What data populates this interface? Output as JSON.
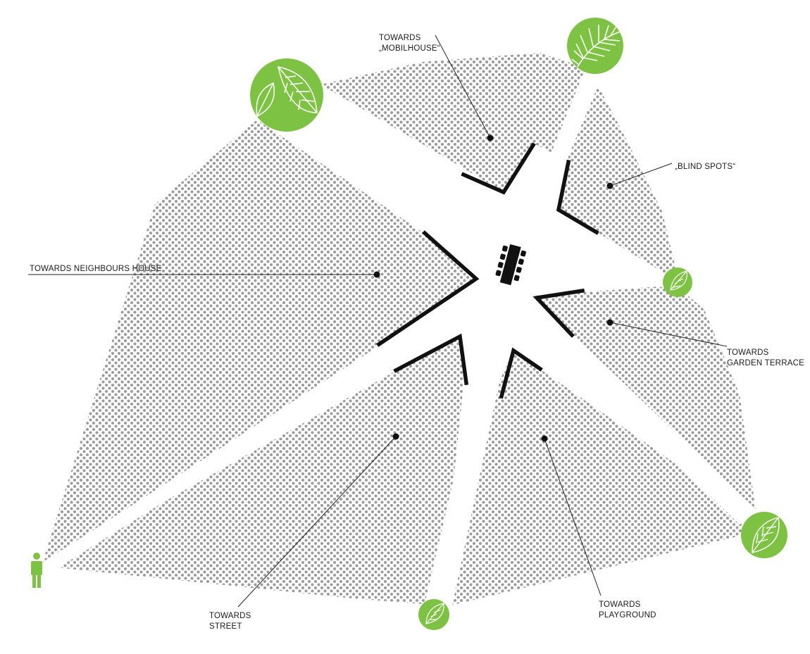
{
  "labels": {
    "mobilhouse": [
      "TOWARDS",
      "„MOBILHOUSE“"
    ],
    "blind_spots": [
      "„BLIND SPOTS“"
    ],
    "neighbours": [
      "TOWARDS NEIGHBOURS HOUSE"
    ],
    "garden": [
      "TOWARDS",
      "GARDEN TERRACE"
    ],
    "street": [
      "TOWARDS",
      "STREET"
    ],
    "playground": [
      "TOWARDS",
      "PLAYGROUND"
    ]
  },
  "colors": {
    "tree": "#7dc242",
    "wall": "#111111",
    "dot": "#9a9a9a",
    "leader": "#222222",
    "person": "#7dc242"
  },
  "icons": {
    "tree": "leaf-icon",
    "palm": "palm-leaf-icon",
    "person": "person-icon",
    "table": "dining-table-icon"
  }
}
